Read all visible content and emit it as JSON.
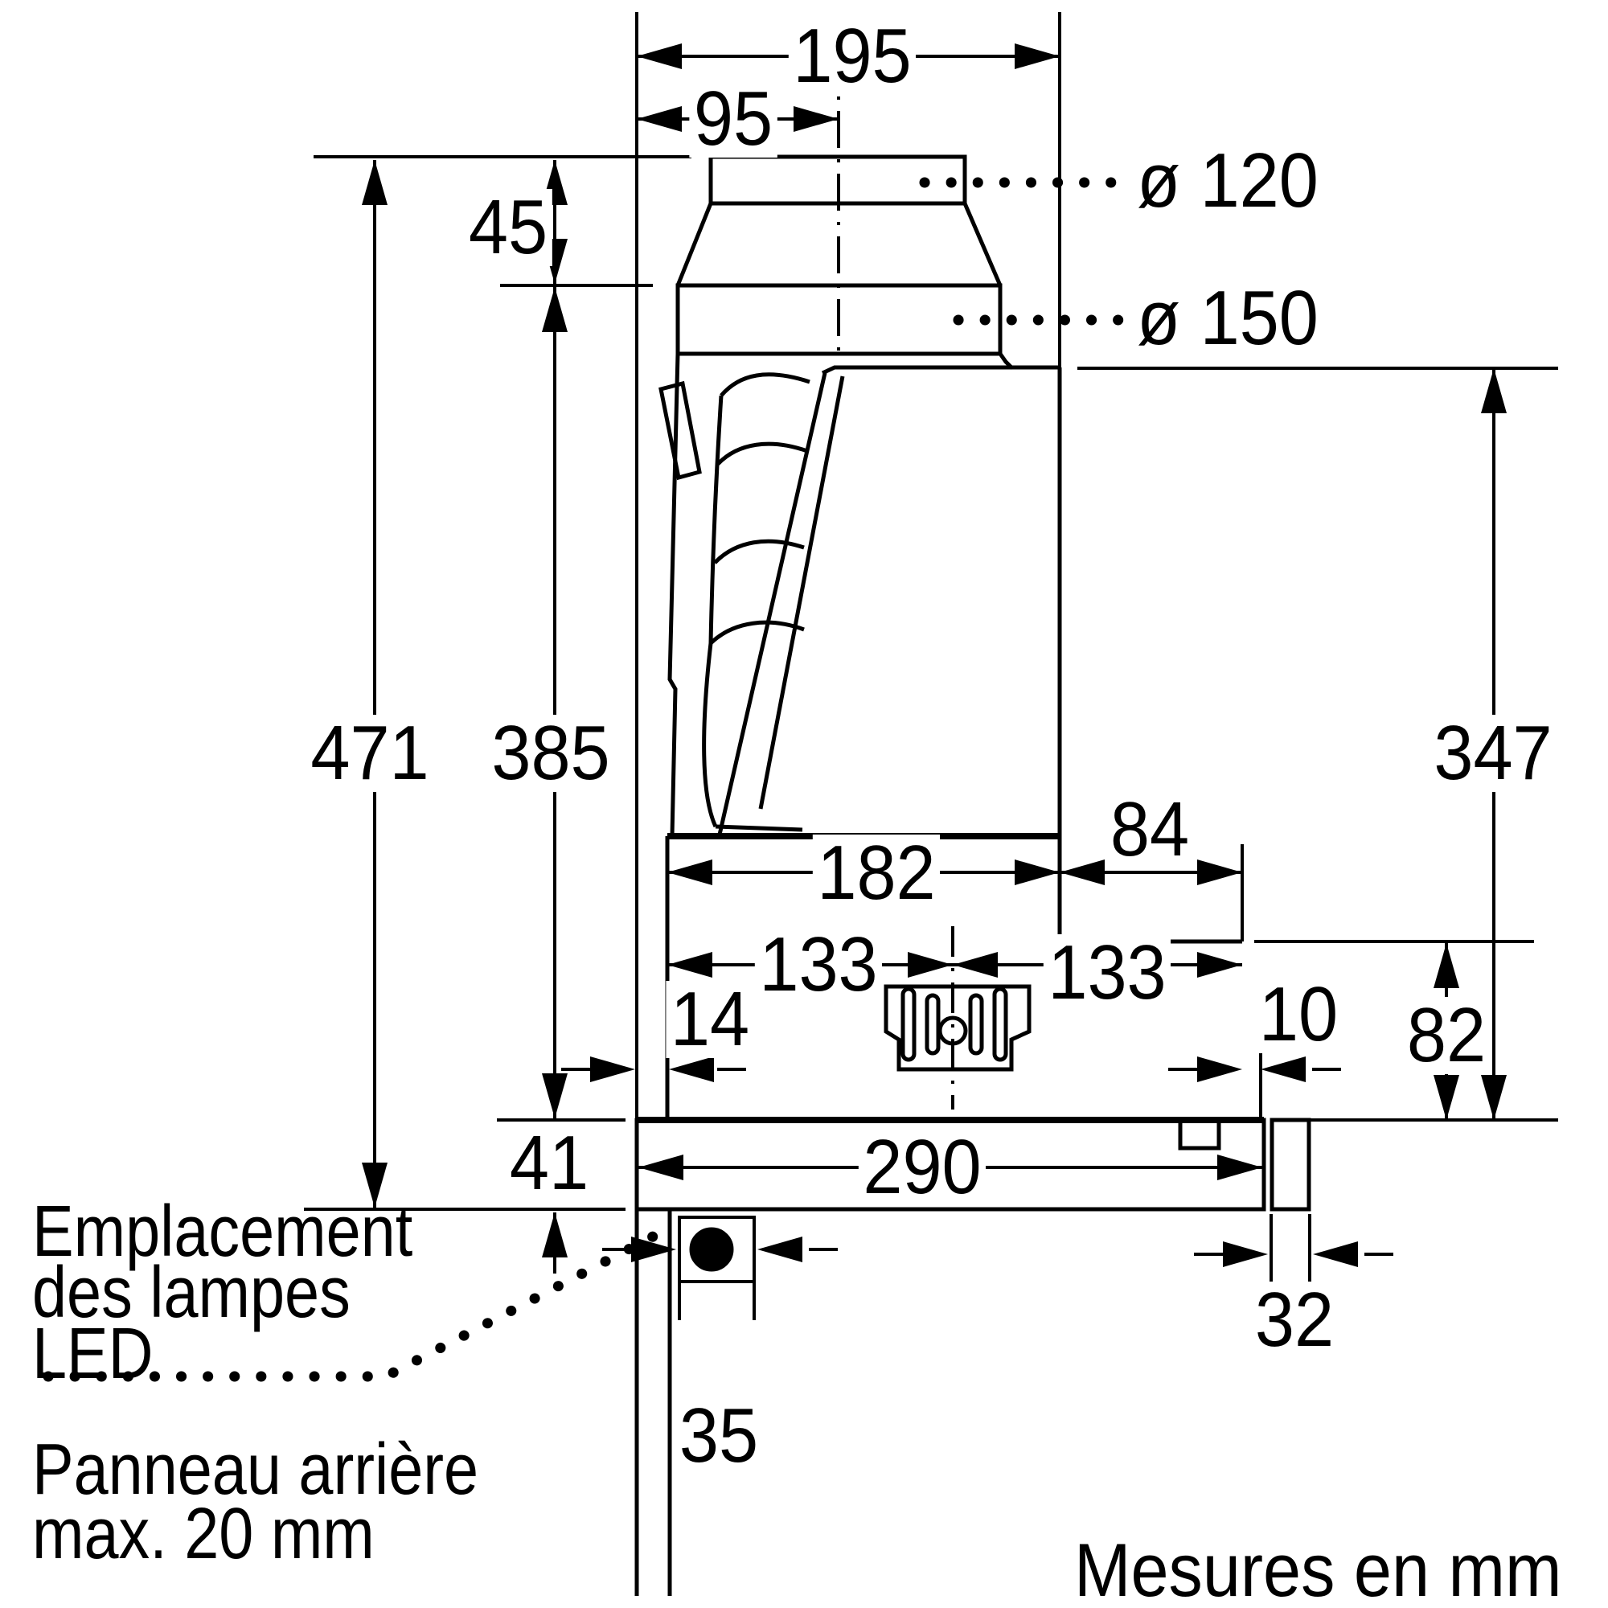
{
  "dimensions": {
    "d195": "195",
    "d95": "95",
    "d45": "45",
    "dia120": "ø 120",
    "dia150": "ø 150",
    "d471": "471",
    "d385": "385",
    "d347": "347",
    "d182": "182",
    "d84": "84",
    "d133_left": "133",
    "d133_right": "133",
    "d14": "14",
    "d10": "10",
    "d82": "82",
    "d290": "290",
    "d41": "41",
    "d35": "35",
    "d32": "32"
  },
  "annotations": {
    "led_location": [
      "Emplacement",
      "des lampes",
      "LED"
    ],
    "rear_panel": [
      "Panneau arrière",
      "max. 20 mm"
    ],
    "units_note": "Mesures en mm"
  },
  "colors": {
    "line": "#000000",
    "background": "#ffffff"
  }
}
